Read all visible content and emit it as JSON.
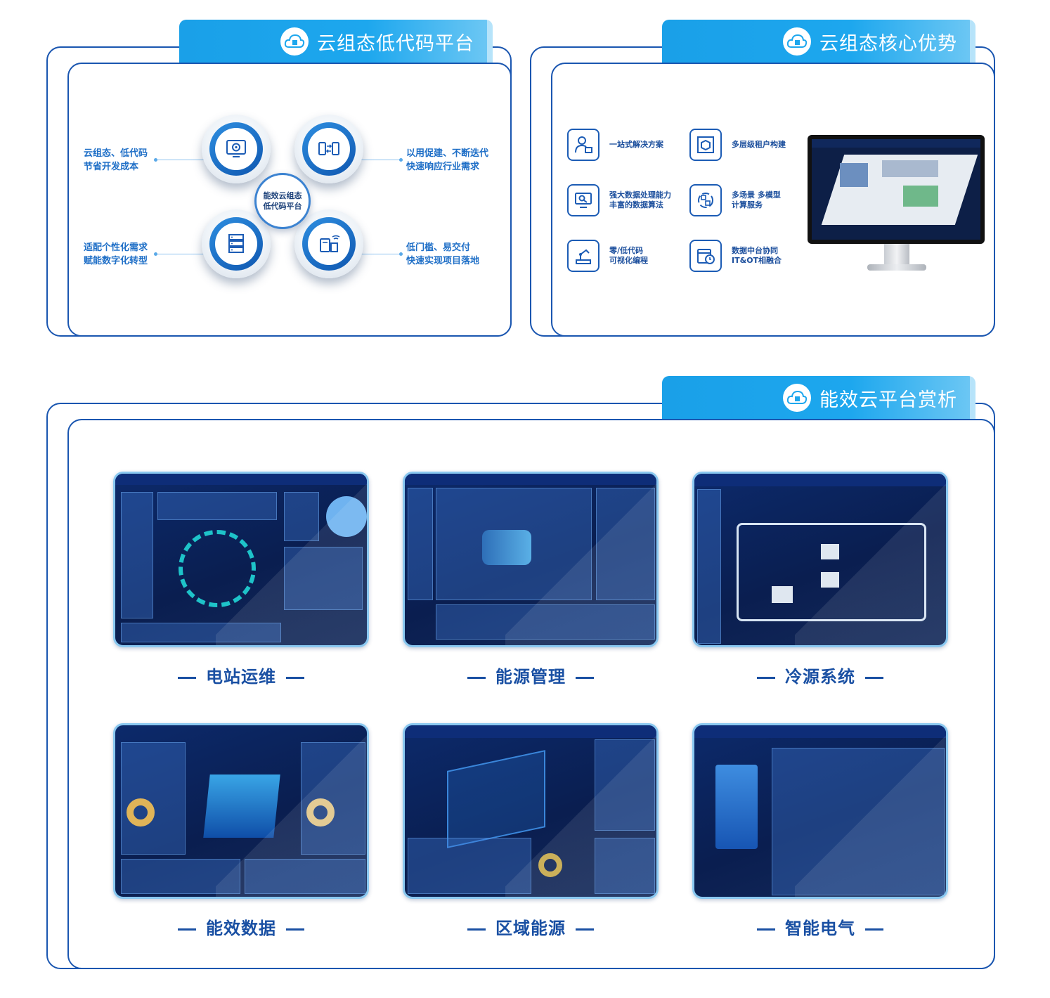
{
  "sections": {
    "lowcode": {
      "title": "云组态低代码平台",
      "center": [
        "能效云组态",
        "低代码平台"
      ],
      "features": [
        {
          "lines": [
            "云组态、低代码",
            "节省开发成本"
          ],
          "icon": "gear-screen-icon"
        },
        {
          "lines": [
            "以用促建、不断迭代",
            "快速响应行业需求"
          ],
          "icon": "sync-devices-icon"
        },
        {
          "lines": [
            "适配个性化需求",
            "赋能数字化转型"
          ],
          "icon": "server-rack-icon"
        },
        {
          "lines": [
            "低门槛、易交付",
            "快速实现项目落地"
          ],
          "icon": "smart-terminal-icon"
        }
      ]
    },
    "advantages": {
      "title": "云组态核心优势",
      "items": [
        {
          "lines": [
            "一站式解决方案"
          ],
          "icon": "user-solution-icon"
        },
        {
          "lines": [
            "多层级租户构建"
          ],
          "icon": "cube-layers-icon"
        },
        {
          "lines": [
            "强大数据处理能力",
            "丰富的数据算法"
          ],
          "icon": "data-monitor-icon"
        },
        {
          "lines": [
            "多场景 多模型",
            "计算服务"
          ],
          "icon": "multi-scene-icon"
        },
        {
          "lines": [
            "零/低代码",
            "可视化编程"
          ],
          "icon": "robot-arm-icon"
        },
        {
          "lines": [
            "数据中台协同",
            "IT&OT相融合"
          ],
          "icon": "calendar-clock-icon"
        }
      ]
    },
    "gallery": {
      "title": "能效云平台赏析",
      "items": [
        {
          "caption": "电站运维"
        },
        {
          "caption": "能源管理"
        },
        {
          "caption": "冷源系统"
        },
        {
          "caption": "能效数据"
        },
        {
          "caption": "区域能源"
        },
        {
          "caption": "智能电气"
        }
      ]
    }
  },
  "colors": {
    "brand_blue": "#1a56b0",
    "tab_blue": "#1da7ee",
    "label_blue": "#1f6fc7",
    "caption_blue": "#1a50a3"
  }
}
